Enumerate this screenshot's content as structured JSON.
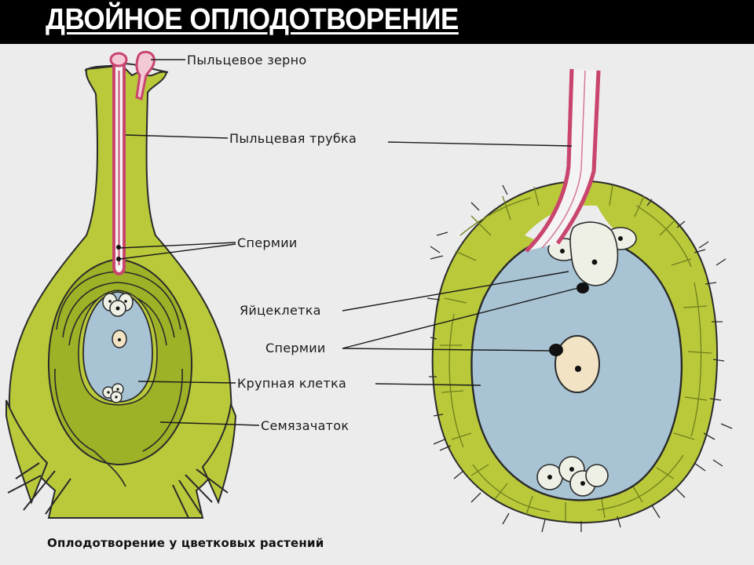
{
  "title": "ДВОЙНОЕ ОПЛОДОТВОРЕНИЕ",
  "labels": {
    "pollen_grain": "Пыльцевое зерно",
    "pollen_tube": "Пыльцевая трубка",
    "sperm_top": "Спермии",
    "egg_cell": "Яйцеклетка",
    "sperm_bottom": "Спермии",
    "large_cell": "Крупная клетка",
    "ovule": "Семязачаток"
  },
  "caption": "Оплодотворение у цветковых растений",
  "colors": {
    "tissue": "#b9c93a",
    "tissue_dark": "#8fa322",
    "cytoplasm": "#a8c4d4",
    "pollen_tube": "#c9456e",
    "nucleus_cell": "#f1e3c4",
    "outline": "#2a2a2a"
  }
}
